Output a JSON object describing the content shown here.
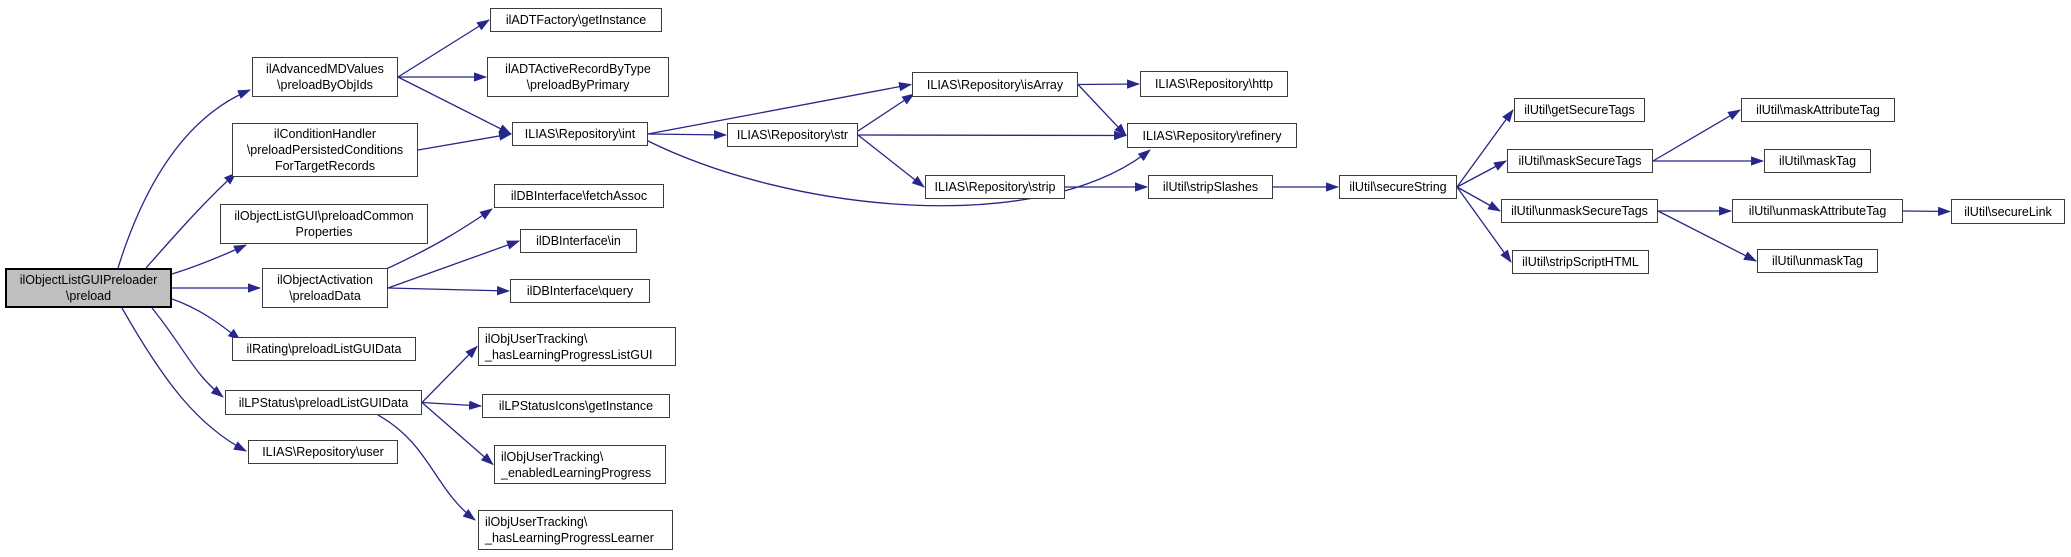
{
  "graph": {
    "kind": "call-graph",
    "background_color": "#ffffff",
    "edge_color": "#26268b",
    "node_fill": "#ffffff",
    "node_border_color": "#3c3c3c",
    "highlight_fill": "#bfbfbf",
    "highlight_border_color": "#000000",
    "highlighted_node": "preload",
    "nodes": [
      {
        "id": "preload",
        "label": "ilObjectListGUIPreloader\n\\preload",
        "highlighted": true
      },
      {
        "id": "advMD",
        "label": "ilAdvancedMDValues\n\\preloadByObjIds"
      },
      {
        "id": "condHandler",
        "label": "ilConditionHandler\n\\preloadPersistedConditions\nForTargetRecords"
      },
      {
        "id": "listGUIcommon",
        "label": "ilObjectListGUI\\preloadCommon\nProperties"
      },
      {
        "id": "objActivation",
        "label": "ilObjectActivation\n\\preloadData"
      },
      {
        "id": "rating",
        "label": "ilRating\\preloadListGUIData"
      },
      {
        "id": "lpStatus",
        "label": "ilLPStatus\\preloadListGUIData"
      },
      {
        "id": "repoUser",
        "label": "ILIAS\\Repository\\user"
      },
      {
        "id": "adtFactory",
        "label": "ilADTFactory\\getInstance"
      },
      {
        "id": "adtActiveRecord",
        "label": "ilADTActiveRecordByType\n\\preloadByPrimary"
      },
      {
        "id": "int",
        "label": "ILIAS\\Repository\\int"
      },
      {
        "id": "fetchAssoc",
        "label": "ilDBInterface\\fetchAssoc"
      },
      {
        "id": "dbIn",
        "label": "ilDBInterface\\in"
      },
      {
        "id": "dbQuery",
        "label": "ilDBInterface\\query"
      },
      {
        "id": "hasLPListGUI",
        "label": "ilObjUserTracking\\\n_hasLearningProgressListGUI"
      },
      {
        "id": "lpStatusIcons",
        "label": "ilLPStatusIcons\\getInstance"
      },
      {
        "id": "enabledLP",
        "label": "ilObjUserTracking\\\n_enabledLearningProgress"
      },
      {
        "id": "hasLPLearner",
        "label": "ilObjUserTracking\\\n_hasLearningProgressLearner"
      },
      {
        "id": "str",
        "label": "ILIAS\\Repository\\str"
      },
      {
        "id": "isArray",
        "label": "ILIAS\\Repository\\isArray"
      },
      {
        "id": "strip",
        "label": "ILIAS\\Repository\\strip"
      },
      {
        "id": "http",
        "label": "ILIAS\\Repository\\http"
      },
      {
        "id": "refinery",
        "label": "ILIAS\\Repository\\refinery"
      },
      {
        "id": "stripSlashes",
        "label": "ilUtil\\stripSlashes"
      },
      {
        "id": "secureString",
        "label": "ilUtil\\secureString"
      },
      {
        "id": "getSecureTags",
        "label": "ilUtil\\getSecureTags"
      },
      {
        "id": "maskSecureTags",
        "label": "ilUtil\\maskSecureTags"
      },
      {
        "id": "unmaskSecureTags",
        "label": "ilUtil\\unmaskSecureTags"
      },
      {
        "id": "stripScriptHTML",
        "label": "ilUtil\\stripScriptHTML"
      },
      {
        "id": "maskAttributeTag",
        "label": "ilUtil\\maskAttributeTag"
      },
      {
        "id": "maskTag",
        "label": "ilUtil\\maskTag"
      },
      {
        "id": "unmaskAttributeTag",
        "label": "ilUtil\\unmaskAttributeTag"
      },
      {
        "id": "unmaskTag",
        "label": "ilUtil\\unmaskTag"
      },
      {
        "id": "secureLink",
        "label": "ilUtil\\secureLink"
      }
    ],
    "edges": [
      {
        "from": "preload",
        "to": "advMD"
      },
      {
        "from": "preload",
        "to": "condHandler"
      },
      {
        "from": "preload",
        "to": "listGUIcommon"
      },
      {
        "from": "preload",
        "to": "objActivation"
      },
      {
        "from": "preload",
        "to": "rating"
      },
      {
        "from": "preload",
        "to": "lpStatus"
      },
      {
        "from": "preload",
        "to": "repoUser"
      },
      {
        "from": "advMD",
        "to": "adtFactory"
      },
      {
        "from": "advMD",
        "to": "adtActiveRecord"
      },
      {
        "from": "advMD",
        "to": "int"
      },
      {
        "from": "condHandler",
        "to": "int"
      },
      {
        "from": "objActivation",
        "to": "fetchAssoc"
      },
      {
        "from": "objActivation",
        "to": "dbIn"
      },
      {
        "from": "objActivation",
        "to": "dbQuery"
      },
      {
        "from": "lpStatus",
        "to": "hasLPListGUI"
      },
      {
        "from": "lpStatus",
        "to": "lpStatusIcons"
      },
      {
        "from": "lpStatus",
        "to": "enabledLP"
      },
      {
        "from": "lpStatus",
        "to": "hasLPLearner"
      },
      {
        "from": "int",
        "to": "str"
      },
      {
        "from": "int",
        "to": "isArray"
      },
      {
        "from": "int",
        "to": "refinery"
      },
      {
        "from": "str",
        "to": "isArray"
      },
      {
        "from": "str",
        "to": "strip"
      },
      {
        "from": "str",
        "to": "refinery"
      },
      {
        "from": "isArray",
        "to": "http"
      },
      {
        "from": "isArray",
        "to": "refinery"
      },
      {
        "from": "strip",
        "to": "stripSlashes"
      },
      {
        "from": "stripSlashes",
        "to": "secureString"
      },
      {
        "from": "secureString",
        "to": "getSecureTags"
      },
      {
        "from": "secureString",
        "to": "maskSecureTags"
      },
      {
        "from": "secureString",
        "to": "unmaskSecureTags"
      },
      {
        "from": "secureString",
        "to": "stripScriptHTML"
      },
      {
        "from": "maskSecureTags",
        "to": "maskAttributeTag"
      },
      {
        "from": "maskSecureTags",
        "to": "maskTag"
      },
      {
        "from": "unmaskSecureTags",
        "to": "unmaskAttributeTag"
      },
      {
        "from": "unmaskSecureTags",
        "to": "unmaskTag"
      },
      {
        "from": "unmaskAttributeTag",
        "to": "secureLink"
      }
    ]
  }
}
